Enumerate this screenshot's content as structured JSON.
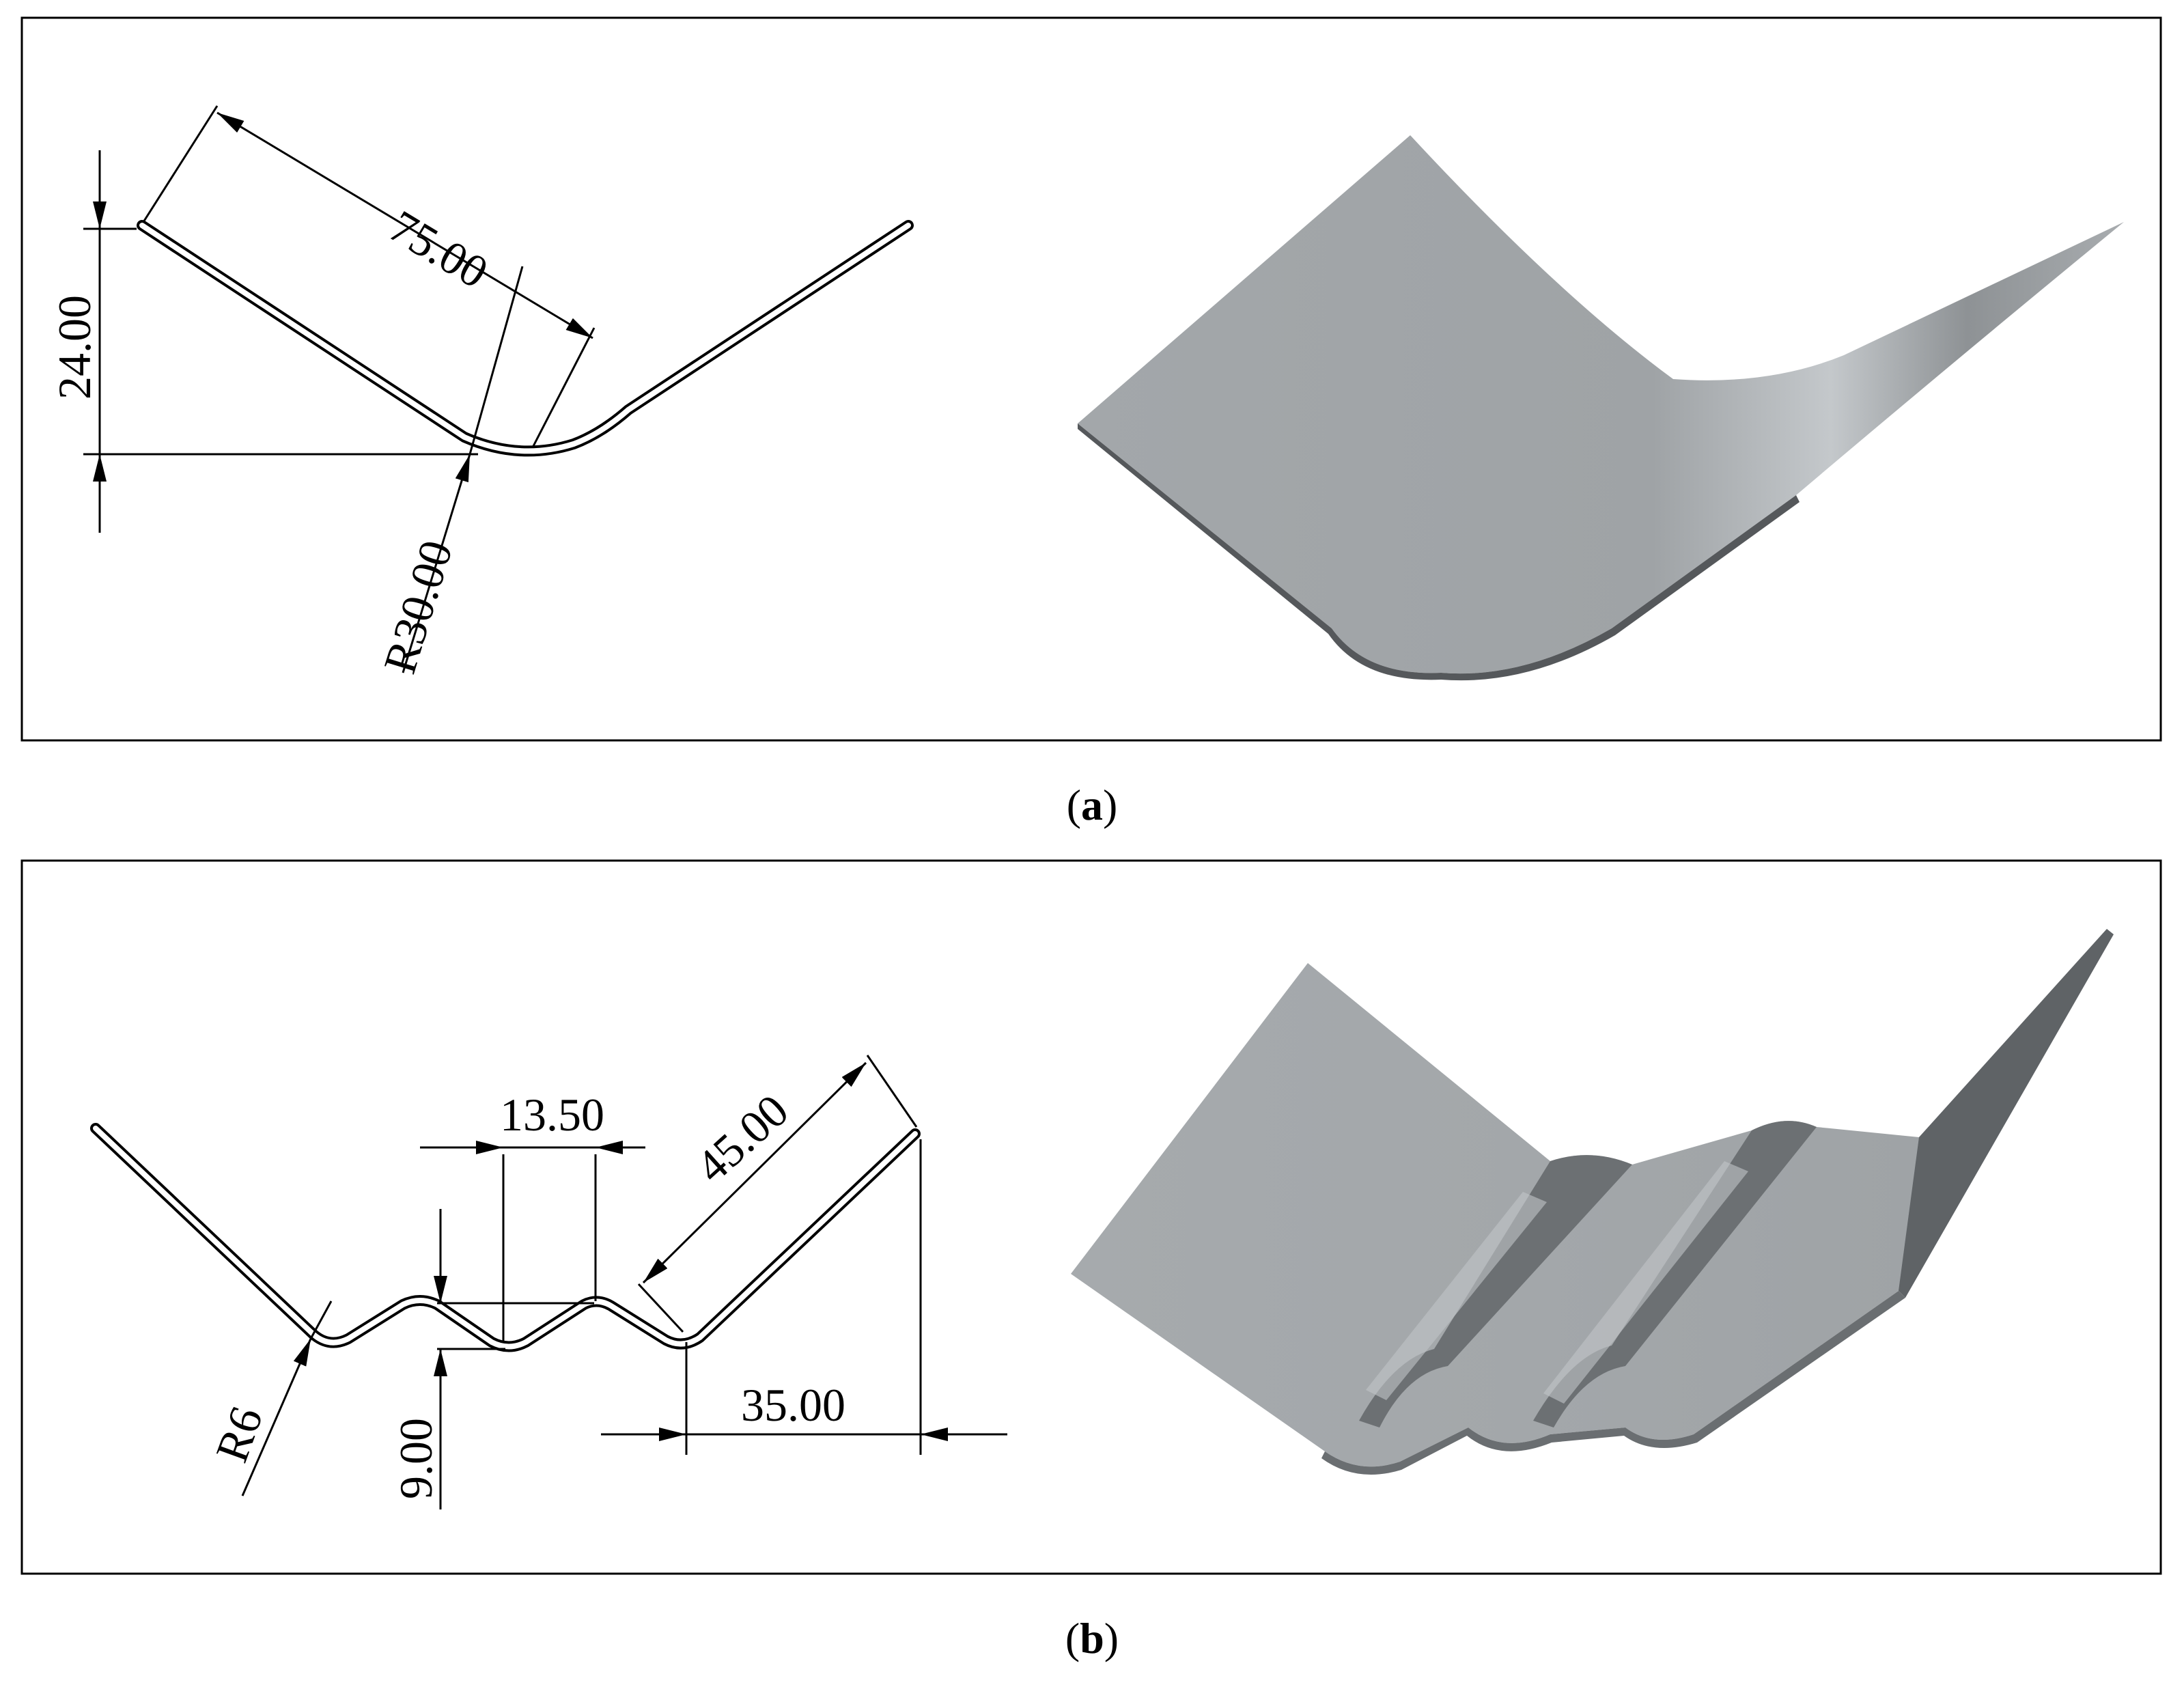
{
  "figure": {
    "panel_a": {
      "caption_open": "(",
      "caption_letter": "a",
      "caption_close": ")",
      "dimensions": {
        "length": "75.00",
        "height": "24.00",
        "radius": "R30.00"
      }
    },
    "panel_b": {
      "caption_open": "(",
      "caption_letter": "b",
      "caption_close": ")",
      "dimensions": {
        "pitch": "13.50",
        "length": "45.00",
        "radius": "R6",
        "depth": "9.00",
        "offset": "35.00"
      }
    }
  },
  "colors": {
    "line": "#000000",
    "surface_light": "#a9adb0",
    "surface_mid": "#9a9ea1",
    "surface_dark": "#5e6164",
    "surface_highlight": "#c6cacd"
  }
}
